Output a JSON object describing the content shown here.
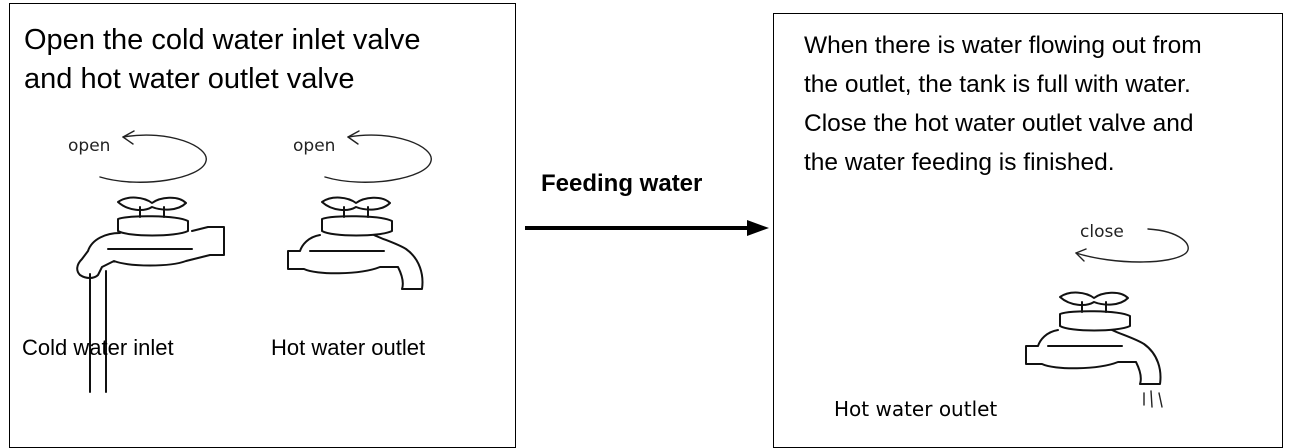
{
  "left_panel": {
    "instruction_line1": "Open the cold water inlet valve",
    "instruction_line2": "and hot water outlet valve",
    "faucet1_turn_label": "open",
    "faucet2_turn_label": "open",
    "caption1": "Cold water inlet",
    "caption2": "Hot water outlet"
  },
  "arrow": {
    "label": "Feeding water"
  },
  "right_panel": {
    "line1": "When there is water flowing out from",
    "line2": "the outlet, the tank is full with water.",
    "line3": "Close the hot water outlet valve and",
    "line4": "the water feeding is finished.",
    "turn_label": "close",
    "caption": "Hot water outlet"
  }
}
